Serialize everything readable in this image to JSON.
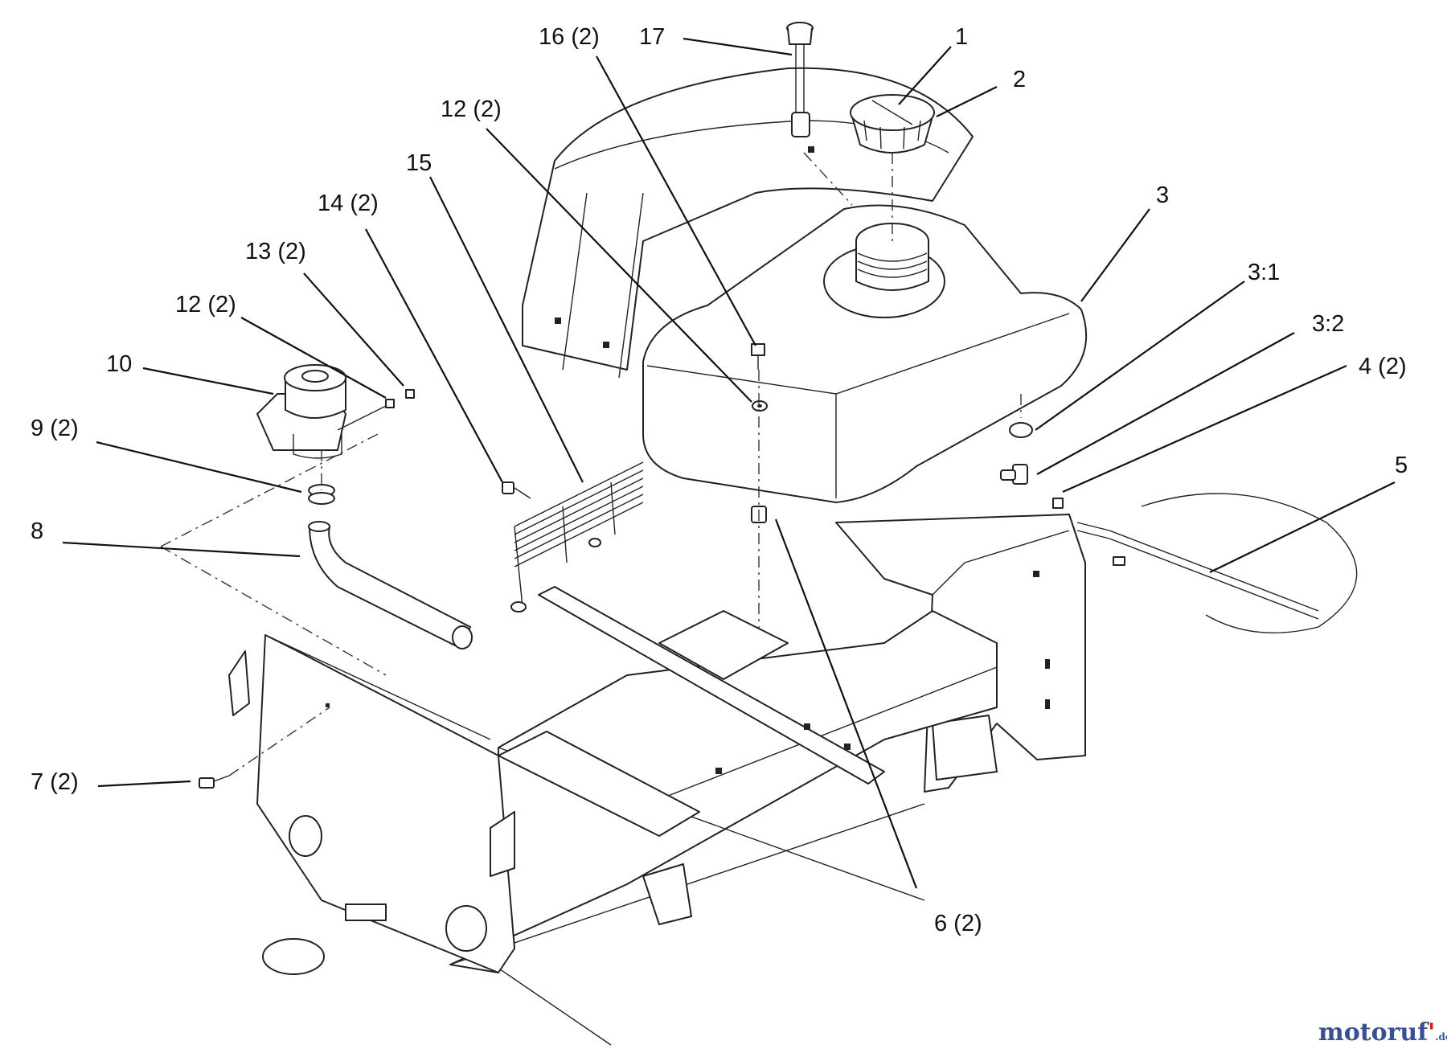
{
  "callouts": [
    {
      "id": "c16",
      "text": "16 (2)"
    },
    {
      "id": "c17",
      "text": "17"
    },
    {
      "id": "c1",
      "text": "1"
    },
    {
      "id": "c2",
      "text": "2"
    },
    {
      "id": "c12a",
      "text": "12 (2)"
    },
    {
      "id": "c15",
      "text": "15"
    },
    {
      "id": "c14",
      "text": "14 (2)"
    },
    {
      "id": "c13",
      "text": "13 (2)"
    },
    {
      "id": "c12b",
      "text": "12 (2)"
    },
    {
      "id": "c10",
      "text": "10"
    },
    {
      "id": "c9",
      "text": "9 (2)"
    },
    {
      "id": "c8",
      "text": "8"
    },
    {
      "id": "c7",
      "text": "7 (2)"
    },
    {
      "id": "c3",
      "text": "3"
    },
    {
      "id": "c31",
      "text": "3:1"
    },
    {
      "id": "c32",
      "text": "3:2"
    },
    {
      "id": "c4",
      "text": "4 (2)"
    },
    {
      "id": "c5",
      "text": "5"
    },
    {
      "id": "c6",
      "text": "6 (2)"
    }
  ],
  "watermark": {
    "brand_a": "motoruf",
    "brand_b": "'",
    "suffix": ".de"
  }
}
